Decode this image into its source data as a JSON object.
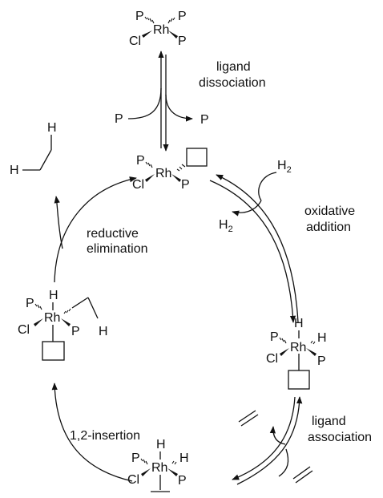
{
  "labels": {
    "ligand_dissociation": [
      "ligand",
      "dissociation"
    ],
    "oxidative_addition": [
      "oxidative",
      "addition"
    ],
    "ligand_association": [
      "ligand",
      "association"
    ],
    "insertion": "1,2-insertion",
    "reductive_elimination": [
      "reductive",
      "elimination"
    ]
  },
  "atoms": {
    "rh": "Rh",
    "p": "P",
    "cl": "Cl",
    "h": "H",
    "h2_main": "H",
    "h2_sub": "2"
  }
}
